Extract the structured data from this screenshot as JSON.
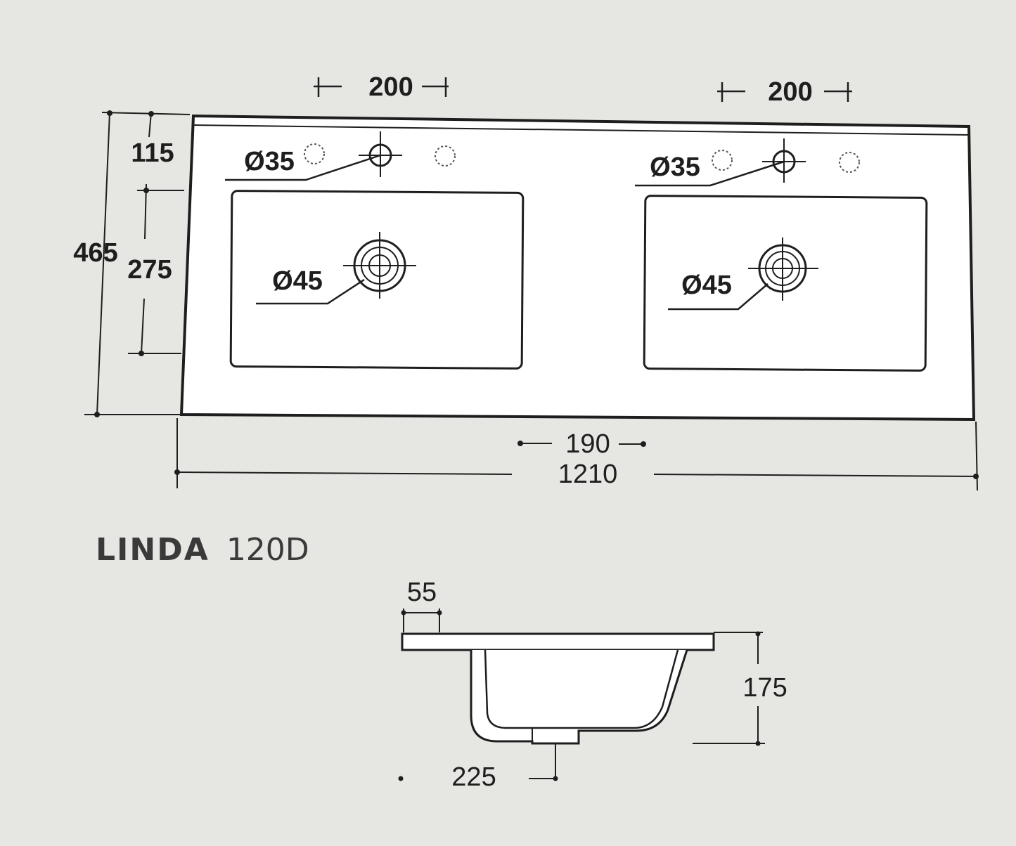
{
  "title": {
    "model": "LINDA",
    "code": "120D"
  },
  "top_view": {
    "tap_spacing_left": "200",
    "tap_spacing_right": "200",
    "depth_total": "465",
    "tap_offset": "115",
    "bowl_depth": "275",
    "tap_hole_left": "Ø35",
    "tap_hole_right": "Ø35",
    "drain_left": "Ø45",
    "drain_right": "Ø45",
    "bowl_gap": "190",
    "width_total": "1210"
  },
  "section_view": {
    "rim": "55",
    "height": "175",
    "drain_offset": "225"
  },
  "colors": {
    "background": "#e6e7e3",
    "line": "#1e1e1e",
    "fill": "#ffffff"
  }
}
